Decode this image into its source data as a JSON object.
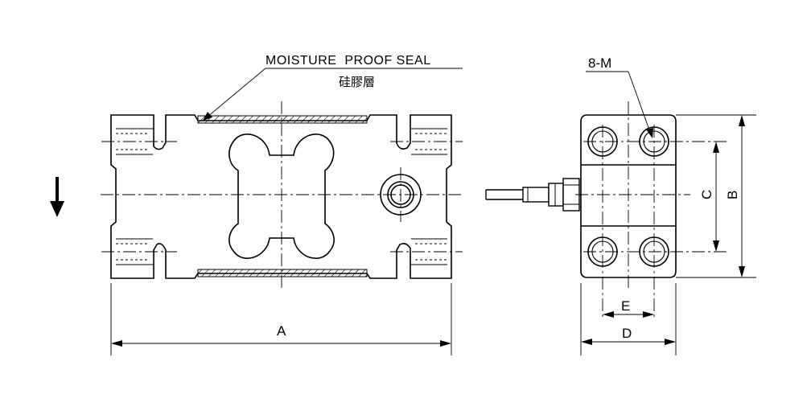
{
  "labels": {
    "seal_en": "MOISTURE  PROOF SEAL",
    "seal_cn": "硅膠層",
    "holes": "8-M",
    "dim_a": "A",
    "dim_b": "B",
    "dim_c": "C",
    "dim_d": "D",
    "dim_e": "E"
  },
  "colors": {
    "line": "#000000",
    "body_fill": "#ffffff",
    "seal_hatch": "#000000"
  },
  "icons": {
    "load_direction": "down-arrow-icon"
  }
}
